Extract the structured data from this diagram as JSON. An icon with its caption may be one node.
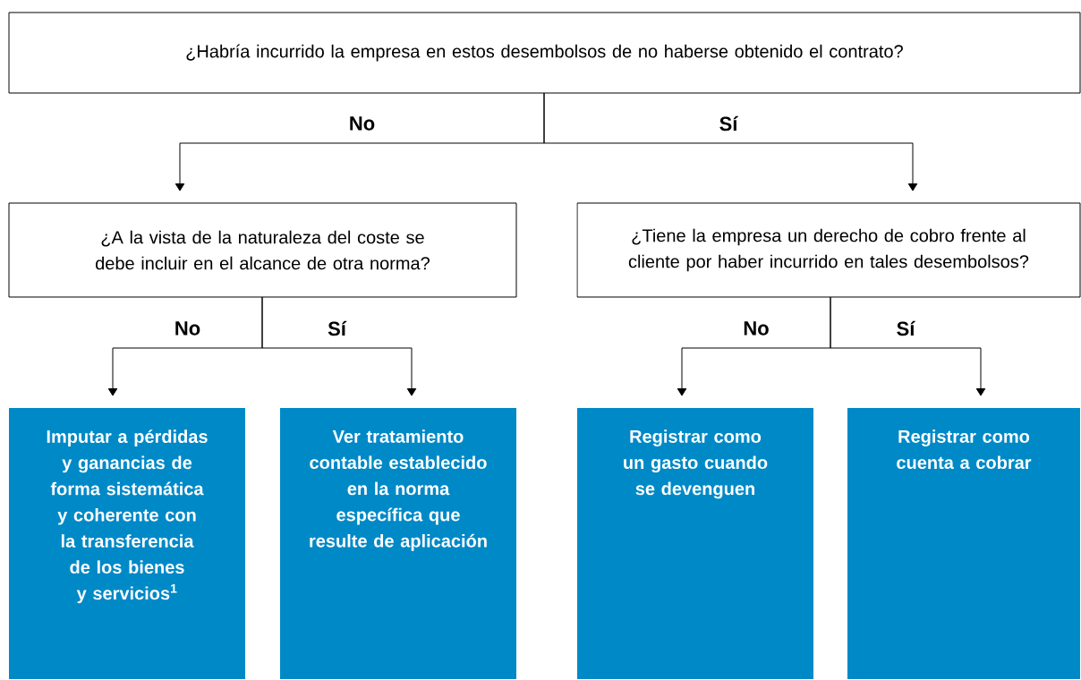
{
  "diagram": {
    "nodes": [
      {
        "text": [
          "¿Habría incurrido la empresa en estos desembolsos de no haberse obtenido el contrato?"
        ]
      },
      {
        "text": [
          "¿A la vista de la naturaleza del coste se debe incluir en el alcance de otra norma?"
        ]
      },
      {
        "text": [
          "¿Tiene la empresa un derecho de cobro frente al cliente por haber incurrido en tales desembolsos?"
        ]
      },
      {
        "text": [
          "Imputar a pérdidas y ganancias de forma sistemática y coherente con la transferencia de los bienes y servicios$^{1}$"
        ]
      },
      {
        "text": [
          "Ver tratamiento contable establecido en la norma específica que resulte de aplicación"
        ]
      },
      {
        "text": [
          "Registrar como un gasto cuando se devenguen"
        ]
      },
      {
        "text": [
          "Registrar como cuenta a cobrar"
        ]
      }
    ],
    "edges": [
      {
        "from": 0,
        "to": 1,
        "arrow": "to",
        "label": "No"
      },
      {
        "from": 0,
        "to": 2,
        "arrow": "to",
        "label": "Sí"
      },
      {
        "from": 1,
        "to": 3,
        "arrow": "to",
        "label": "No"
      },
      {
        "from": 1,
        "to": 4,
        "arrow": "to",
        "label": "Sí"
      },
      {
        "from": 2,
        "to": 5,
        "arrow": "to",
        "label": "No"
      },
      {
        "from": 2,
        "to": 6,
        "arrow": "to",
        "label": "Sí"
      }
    ]
  }
}
